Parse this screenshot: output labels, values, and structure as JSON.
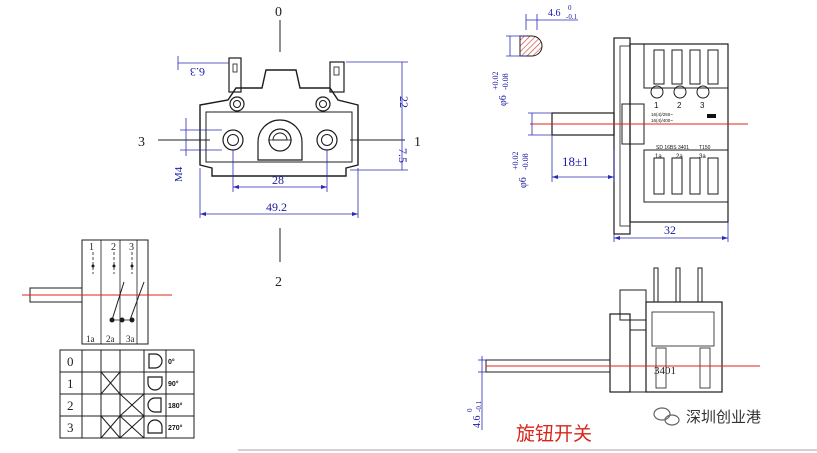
{
  "labels": {
    "top_pos": "0",
    "left_pos": "3",
    "right_pos": "1",
    "bottom_pos": "2",
    "dim_63": "6.3",
    "dim_22": "22",
    "dim_75": "7.5",
    "dim_28": "28",
    "dim_492": "49.2",
    "dim_m4": "M4",
    "side_46": "4.6",
    "side_46_tol_up": "0",
    "side_46_tol_low": "-0.1",
    "side_phi6_a": "φ6",
    "side_phi6_a_tol_up": "+0.02",
    "side_phi6_a_tol_low": "-0.08",
    "side_phi6_b": "φ6",
    "side_phi6_b_tol_up": "+0.02",
    "side_phi6_b_tol_low": "-0.08",
    "dim_18": "18±1",
    "dim_32": "32",
    "term_1": "1",
    "term_2": "2",
    "term_3": "3",
    "rating_1": "16(4)/250~",
    "rating_2": "16(4)/400~",
    "model": "SD 16BS 3401",
    "temp": "T150",
    "term_1a": "1a",
    "term_2a": "2a",
    "term_3a": "3a",
    "part_code": "3401",
    "bottom_46": "4.6",
    "bottom_46_tol_up": "0",
    "bottom_46_tol_low": "-0.1"
  },
  "schematic": {
    "top_terms": [
      "1",
      "2",
      "3"
    ],
    "bottom_terms": [
      "1a",
      "2a",
      "3a"
    ]
  },
  "truth_table": {
    "rows": [
      {
        "pos": "0",
        "angle": "0°",
        "marks": [
          false,
          false,
          false
        ]
      },
      {
        "pos": "1",
        "angle": "90°",
        "marks": [
          false,
          true,
          false
        ]
      },
      {
        "pos": "2",
        "angle": "180°",
        "marks": [
          false,
          false,
          true
        ]
      },
      {
        "pos": "3",
        "angle": "270°",
        "marks": [
          false,
          true,
          true
        ]
      }
    ]
  },
  "caption": "旋钮开关",
  "watermark": "深圳创业港",
  "colors": {
    "line": "#1c1c1c",
    "dimension": "#2a2ab8",
    "centerline": "#e0231b",
    "caption": "#d9261c",
    "hatch": "#c8322a"
  }
}
